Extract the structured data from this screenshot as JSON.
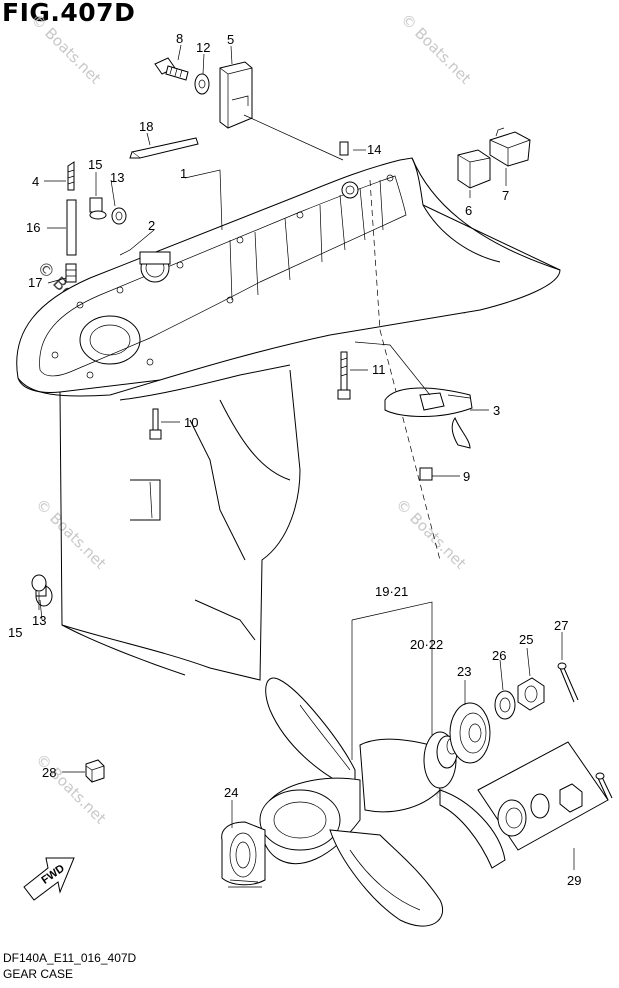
{
  "figure": {
    "title": "FIG.407D",
    "code": "DF140A_E11_016_407D",
    "caption": "GEAR CASE"
  },
  "callouts": {
    "c1": "1",
    "c2": "2",
    "c3": "3",
    "c4": "4",
    "c5": "5",
    "c6": "6",
    "c7": "7",
    "c8": "8",
    "c9": "9",
    "c10": "10",
    "c11": "11",
    "c12": "12",
    "c13a": "13",
    "c13b": "13",
    "c14": "14",
    "c15a": "15",
    "c15b": "15",
    "c16": "16",
    "c17": "17",
    "c18": "18",
    "c19_21": "19·21",
    "c20_22": "20·22",
    "c23": "23",
    "c24": "24",
    "c25": "25",
    "c26": "26",
    "c27": "27",
    "c28": "28",
    "c29": "29"
  },
  "fwd_label": "FWD",
  "watermark": "© Boats.net"
}
